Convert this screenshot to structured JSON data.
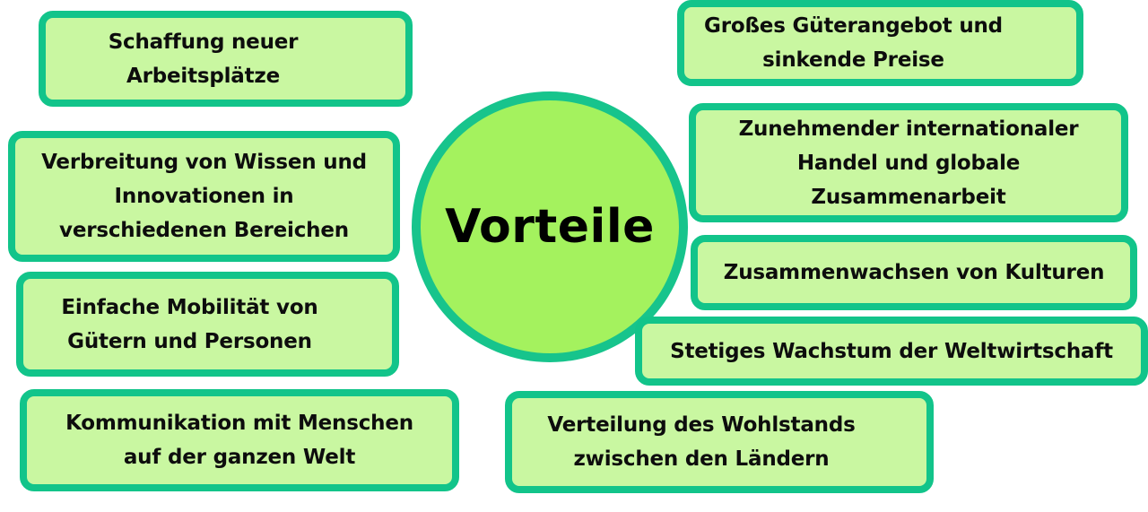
{
  "diagram": {
    "title": "Vorteile",
    "colors": {
      "box_fill": "#c9f7a1",
      "box_border": "#12c48a",
      "circle_fill": "#a4f25e",
      "circle_border": "#17c48c",
      "text": "#0d0d0d"
    },
    "items": [
      {
        "text": "Schaffung neuer\nArbeitsplätze"
      },
      {
        "text": "Verbreitung von Wissen und\nInnovationen in\nverschiedenen Bereichen"
      },
      {
        "text": "Einfache Mobilität von\nGütern und Personen"
      },
      {
        "text": "Kommunikation mit Menschen\nauf der ganzen Welt"
      },
      {
        "text": "Großes Güterangebot und\nsinkende Preise"
      },
      {
        "text": "Zunehmender internationaler\nHandel und globale\nZusammenarbeit"
      },
      {
        "text": "Zusammenwachsen von Kulturen"
      },
      {
        "text": "Stetiges Wachstum der Weltwirtschaft"
      },
      {
        "text": "Verteilung des Wohlstands\nzwischen den Ländern"
      }
    ]
  }
}
